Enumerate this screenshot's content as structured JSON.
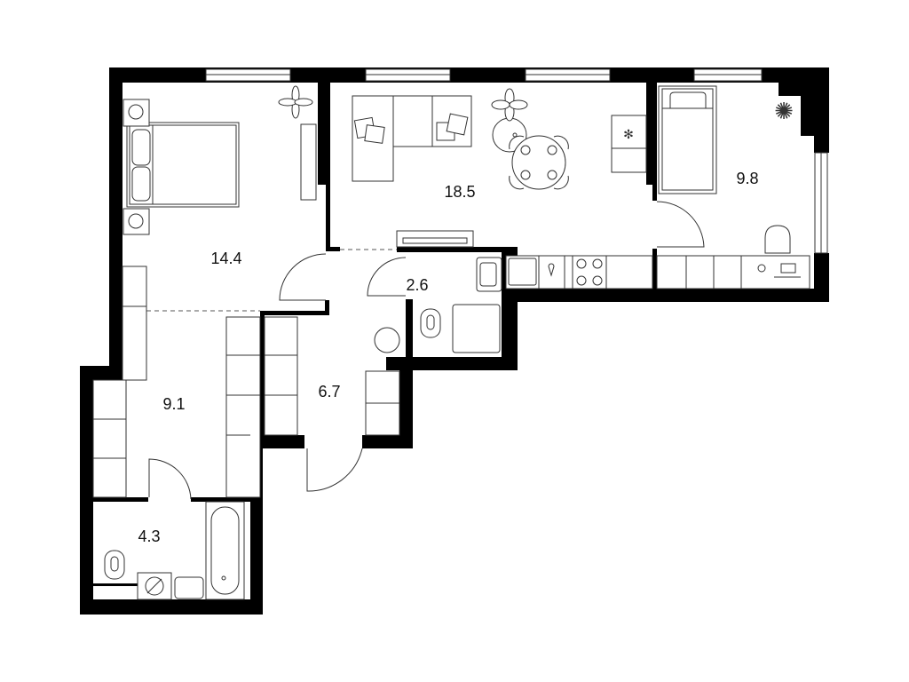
{
  "plan": {
    "rooms": [
      {
        "name": "bedroom",
        "area": "14.4"
      },
      {
        "name": "living-kitchen",
        "area": "18.5"
      },
      {
        "name": "kids-room",
        "area": "9.8"
      },
      {
        "name": "wc",
        "area": "2.6"
      },
      {
        "name": "dressing-corridor",
        "area": "9.1"
      },
      {
        "name": "hall",
        "area": "6.7"
      },
      {
        "name": "bathroom",
        "area": "4.3"
      }
    ],
    "colors": {
      "walls": "#000000",
      "lines": "#333333",
      "background": "#ffffff"
    }
  }
}
